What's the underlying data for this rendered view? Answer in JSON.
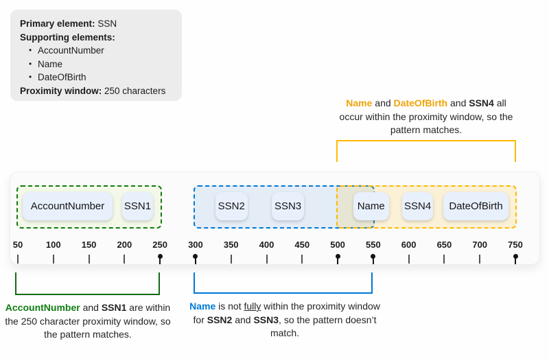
{
  "colors": {
    "green": "#107C10",
    "blue": "#0078D4",
    "amber_line": "#FFB900",
    "amber_text": "#F0A30A",
    "element_box_fill": "#E8F0FC",
    "info_box_fill": "#ECECEC",
    "green_window_fill": "#F3F8E9",
    "blue_window_fill": "#E4EDF6",
    "orange_window_fill": "rgba(255,185,0,0.14)"
  },
  "info_box": {
    "bullet_char": "•",
    "lines": [
      {
        "bullet": false,
        "segments": [
          {
            "text": "Primary element:",
            "class": "seg-bold"
          },
          {
            "text": " SSN",
            "class": ""
          }
        ]
      },
      {
        "bullet": false,
        "segments": [
          {
            "text": "Supporting elements:",
            "class": "seg-bold"
          }
        ]
      },
      {
        "bullet": true,
        "segments": [
          {
            "text": "AccountNumber",
            "class": ""
          }
        ]
      },
      {
        "bullet": true,
        "segments": [
          {
            "text": "Name",
            "class": ""
          }
        ]
      },
      {
        "bullet": true,
        "segments": [
          {
            "text": "DateOfBirth",
            "class": ""
          }
        ]
      },
      {
        "bullet": false,
        "segments": [
          {
            "text": "Proximity window:",
            "class": "seg-bold"
          },
          {
            "text": " 250 characters",
            "class": ""
          }
        ]
      }
    ]
  },
  "annotations": {
    "orange": {
      "segments": [
        {
          "text": "Name",
          "class": "seg-amber"
        },
        {
          "text": " and ",
          "class": ""
        },
        {
          "text": "DateOfBirth",
          "class": "seg-amber"
        },
        {
          "text": " and ",
          "class": ""
        },
        {
          "text": "SSN4",
          "class": "seg-bold"
        },
        {
          "text": " all occur within the proximity window, so the pattern matches.",
          "class": ""
        }
      ]
    },
    "green": {
      "segments": [
        {
          "text": "AccountNumber",
          "class": "seg-green"
        },
        {
          "text": " and ",
          "class": ""
        },
        {
          "text": "SSN1",
          "class": "seg-bold"
        },
        {
          "text": " are within the 250 character proximity window, so the pattern matches.",
          "class": ""
        }
      ]
    },
    "blue": {
      "segments": [
        {
          "text": "Name",
          "class": "seg-blue"
        },
        {
          "text": " is not ",
          "class": ""
        },
        {
          "text": "fully",
          "class": "seg-underline"
        },
        {
          "text": " within the proximity window for ",
          "class": ""
        },
        {
          "text": "SSN2",
          "class": "seg-bold"
        },
        {
          "text": " and ",
          "class": ""
        },
        {
          "text": "SSN3",
          "class": "seg-bold"
        },
        {
          "text": ", so the pattern doesn’t match.",
          "class": ""
        }
      ]
    }
  },
  "chart_data": {
    "type": "table",
    "title": "Proximity window matching timeline (character positions)",
    "axis": {
      "min": 50,
      "max": 750,
      "step": 50,
      "dotted_ticks": [
        250,
        300,
        500,
        550,
        750
      ]
    },
    "windows": [
      {
        "id": "green",
        "start": 50,
        "end": 250,
        "color": "#107C10",
        "fill": "#F3F8E9",
        "matches": true
      },
      {
        "id": "blue",
        "start": 300,
        "end": 550,
        "color": "#0078D4",
        "fill": "#E4EDF6",
        "matches": false
      },
      {
        "id": "orange",
        "start": 500,
        "end": 750,
        "color": "#FFB900",
        "fill": "rgba(255,185,0,0.14)",
        "matches": true
      }
    ],
    "elements": [
      {
        "label": "AccountNumber",
        "start": 57,
        "end": 183
      },
      {
        "label": "SSN1",
        "start": 197,
        "end": 240
      },
      {
        "label": "SSN2",
        "start": 328,
        "end": 373
      },
      {
        "label": "SSN3",
        "start": 407,
        "end": 453
      },
      {
        "label": "Name",
        "start": 522,
        "end": 572
      },
      {
        "label": "SSN4",
        "start": 591,
        "end": 634
      },
      {
        "label": "DateOfBirth",
        "start": 649,
        "end": 740
      }
    ]
  }
}
